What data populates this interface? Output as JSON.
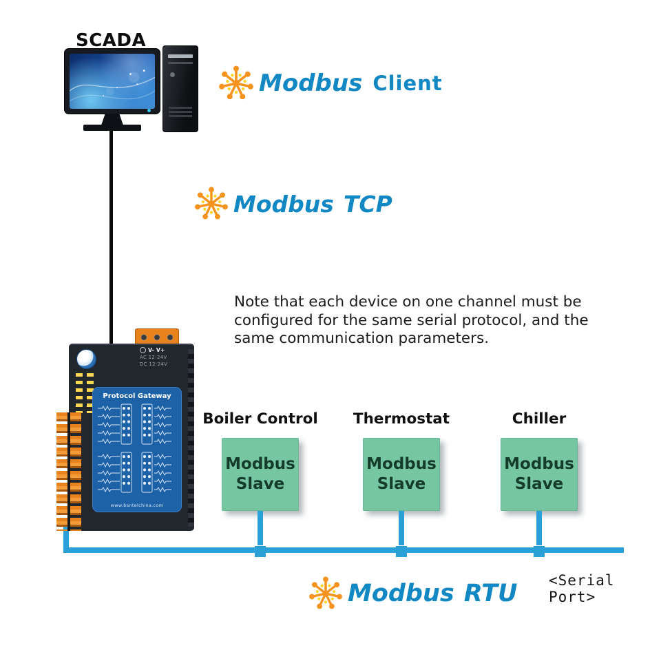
{
  "scada": {
    "label": "SCADA"
  },
  "logos": {
    "client": {
      "brand": "Modbus",
      "suffix": "Client"
    },
    "tcp": {
      "brand": "Modbus",
      "suffix": "TCP"
    },
    "rtu": {
      "brand": "Modbus",
      "suffix": "RTU"
    }
  },
  "note": {
    "lines": [
      "Note that each device on one channel must be",
      "configured for the same serial protocol, and the",
      "same communication parameters."
    ]
  },
  "gateway": {
    "panel_label": "Protocol Gateway",
    "terminal_label": "V- V+",
    "power_line1": "AC 12-24V",
    "power_line2": "DC 12-24V",
    "website": "www.bsntelchina.com"
  },
  "slaves": [
    {
      "title": "Boiler Control",
      "line1": "Modbus",
      "line2": "Slave"
    },
    {
      "title": "Thermostat",
      "line1": "Modbus",
      "line2": "Slave"
    },
    {
      "title": "Chiller",
      "line1": "Modbus",
      "line2": "Slave"
    }
  ],
  "bus": {
    "serial_port_label": "<Serial Port>"
  },
  "icons": {
    "modbus_icon": "orange starburst network-node mark",
    "monitor_icon": "desktop monitor with blue abstract wallpaper",
    "pc_tower_icon": "desktop pc tower",
    "power_symbol_icon": "circular power/ground symbol",
    "power_terminal_icon": "orange 3-screw power terminal block",
    "io_terminal_icon": "stacked orange I/O terminal blocks",
    "wiring_diagram_icon": "white serial wiring diagram on blue panel"
  },
  "colors": {
    "modbus_blue": "#1187c3",
    "bus_blue": "#2b9fd8",
    "slave_green": "#77c6a2",
    "slave_text": "#143c2b",
    "gateway_body": "#22262d",
    "gateway_panel_blue": "#1d61a7",
    "terminal_orange": "#e8821d"
  }
}
